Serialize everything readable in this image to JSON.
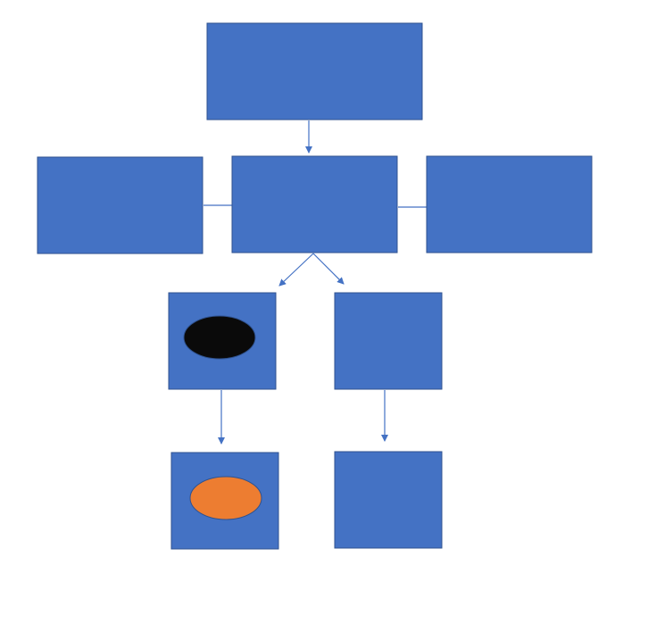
{
  "diagram": {
    "colors": {
      "background": "#ffffff",
      "box_fill": "#4472c4",
      "box_stroke": "#2f528f",
      "connector": "#4472c4",
      "top_left_shape_fill": "#0a0a0a",
      "bottom_left_shape_fill": "#ed7d31"
    },
    "nodes": [
      {
        "id": "top"
      },
      {
        "id": "middle-left"
      },
      {
        "id": "middle-center"
      },
      {
        "id": "middle-right"
      },
      {
        "id": "lower-left",
        "inner_shape": "ellipse",
        "inner_fill_key": "top_left_shape_fill"
      },
      {
        "id": "lower-right"
      },
      {
        "id": "bottom-left",
        "inner_shape": "ellipse",
        "inner_fill_key": "bottom_left_shape_fill"
      },
      {
        "id": "bottom-right"
      }
    ],
    "edges": [
      {
        "from": "top",
        "to": "middle-center",
        "arrow": true
      },
      {
        "from": "middle-left",
        "to": "middle-center",
        "arrow": false
      },
      {
        "from": "middle-center",
        "to": "middle-right",
        "arrow": false
      },
      {
        "from": "middle-center",
        "to": "lower-left",
        "arrow": true
      },
      {
        "from": "middle-center",
        "to": "lower-right",
        "arrow": true
      },
      {
        "from": "lower-left",
        "to": "bottom-left",
        "arrow": true
      },
      {
        "from": "lower-right",
        "to": "bottom-right",
        "arrow": true
      }
    ]
  }
}
